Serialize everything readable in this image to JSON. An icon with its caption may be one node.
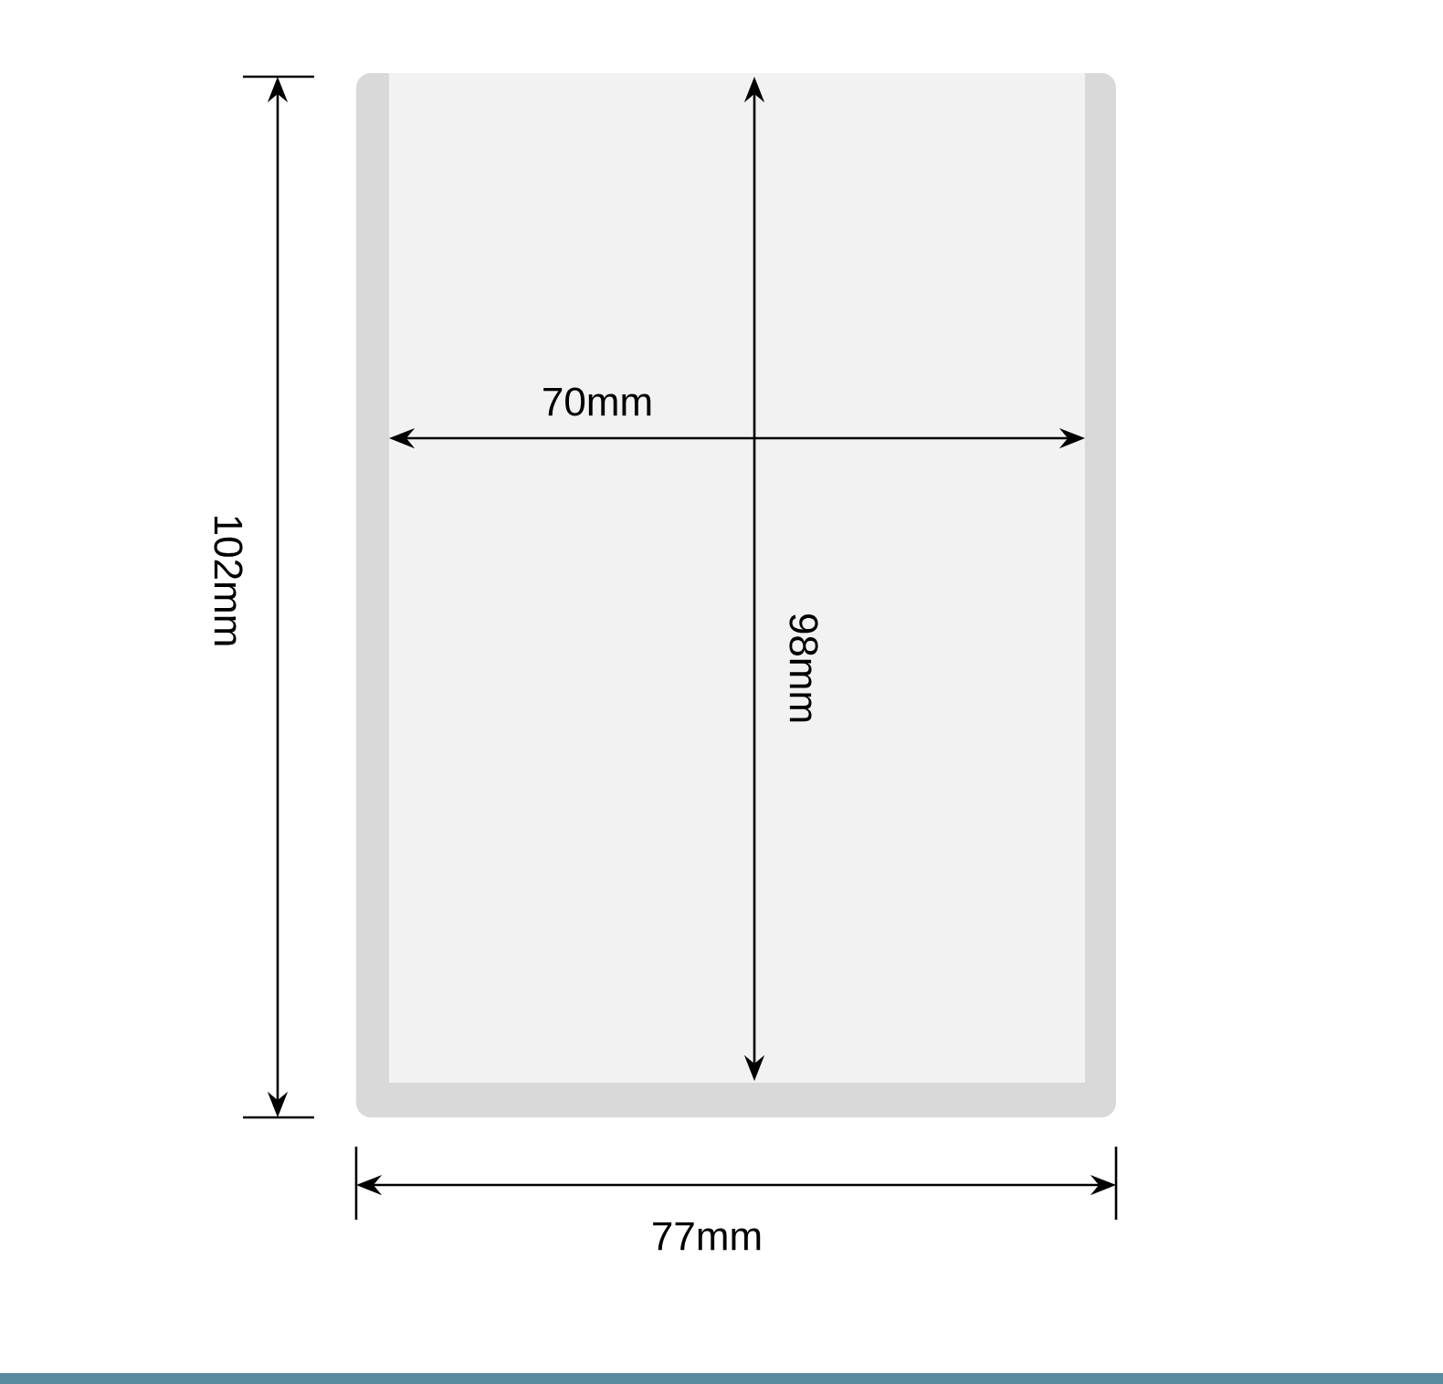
{
  "diagram": {
    "labels": [
      "102mm",
      "70mm",
      "98mm",
      "77mm"
    ]
  }
}
